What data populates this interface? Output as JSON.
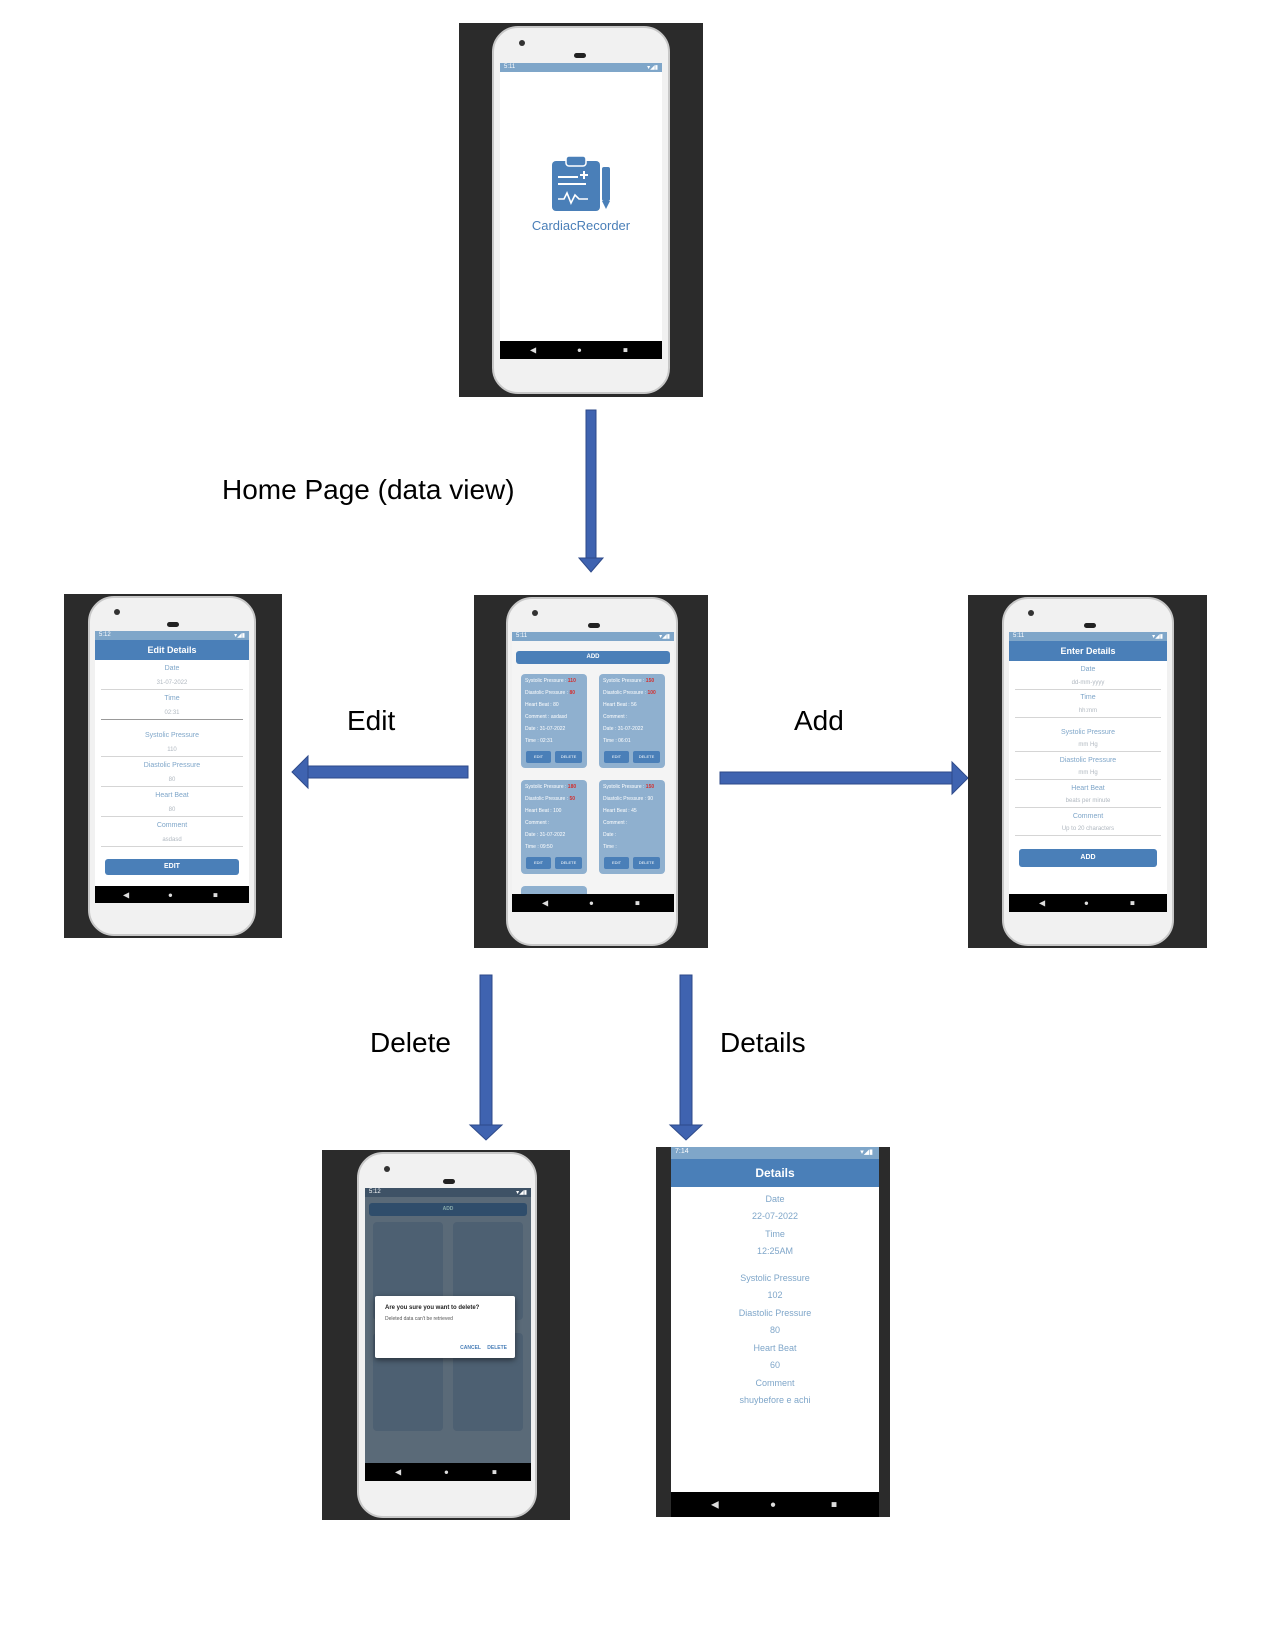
{
  "captions": {
    "home": "Home Page (data view)",
    "edit": "Edit",
    "add": "Add",
    "delete": "Delete",
    "details": "Details"
  },
  "splash": {
    "app_name": "CardiacRecorder",
    "status_time": "5:11"
  },
  "home": {
    "add_button": "ADD",
    "labels": {
      "systolic": "Systolic Pressure :",
      "diastolic": "Diastolic Pressure :",
      "heart": "Heart Beat :",
      "comment": "Comment :",
      "date": "Date :",
      "time": "Time :",
      "edit": "EDIT",
      "delete": "DELETE"
    }
  },
  "edit_screen": {
    "title": "Edit Details",
    "date_label": "Date",
    "date_value": "31-07-2022",
    "time_label": "Time",
    "time_value": "02:31",
    "systolic_label": "Systolic Pressure",
    "systolic_value": "110",
    "diastolic_label": "Diastolic Pressure",
    "diastolic_value": "80",
    "heart_label": "Heart Beat",
    "heart_value": "80",
    "comment_label": "Comment",
    "comment_value": "asdasd",
    "button": "EDIT"
  },
  "add_screen": {
    "title": "Enter Details",
    "date_label": "Date",
    "date_placeholder": "dd-mm-yyyy",
    "time_label": "Time",
    "time_placeholder": "hh:mm",
    "systolic_label": "Systolic Pressure",
    "systolic_placeholder": "mm Hg",
    "diastolic_label": "Diastolic Pressure",
    "diastolic_placeholder": "mm Hg",
    "heart_label": "Heart Beat",
    "heart_placeholder": "beats per minute",
    "comment_label": "Comment",
    "comment_placeholder": "Up to 20 characters",
    "button": "ADD"
  },
  "delete_screen": {
    "dialog_title": "Are you sure you want to delete?",
    "dialog_message": "Deleted data can't be retrieved",
    "cancel": "CANCEL",
    "delete": "DELETE"
  },
  "details_screen": {
    "status_time": "7:14",
    "title": "Details",
    "date_label": "Date",
    "date_value": "22-07-2022",
    "time_label": "Time",
    "time_value": "12:25AM",
    "systolic_label": "Systolic Pressure",
    "systolic_value": "102",
    "diastolic_label": "Diastolic Pressure",
    "diastolic_value": "80",
    "heart_label": "Heart Beat",
    "heart_value": "60",
    "comment_label": "Comment",
    "comment_value": "shuybefore e achi"
  },
  "colors": {
    "arrow": "#3f63b0",
    "app_bar": "#4a7fb8"
  }
}
